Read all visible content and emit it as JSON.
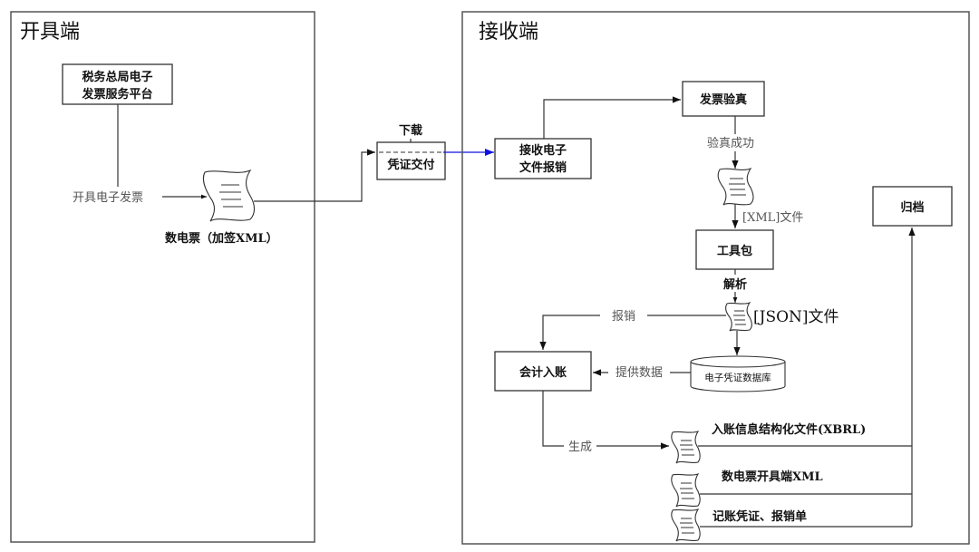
{
  "issuer": {
    "title": "开具端",
    "platform": [
      "税务总局电子",
      "发票服务平台"
    ],
    "issue_label": "开具电子发票",
    "invoice_doc_label": "数电票（加签XML）"
  },
  "delivery": {
    "download_label": "下载",
    "box_label": "凭证交付"
  },
  "receiver": {
    "title": "接收端",
    "receive_box": [
      "接收电子",
      "文件报销"
    ],
    "verify_box": "发票验真",
    "verify_success_label": "验真成功",
    "xml_file_label": "[XML]文件",
    "toolkit_box": "工具包",
    "parse_label": "解析",
    "json_file_label": "[JSON]文件",
    "reimburse_label": "报销",
    "accounting_box": "会计入账",
    "provide_data_label": "提供数据",
    "database_label": "电子凭证数据库",
    "generate_label": "生成",
    "archive_box": "归档",
    "outputs": [
      "入账信息结构化文件(XBRL)",
      "数电票开具端XML",
      "记账凭证、报销单"
    ]
  },
  "colors": {
    "line": "#333333",
    "highlight_arrow": "#1010e0"
  }
}
